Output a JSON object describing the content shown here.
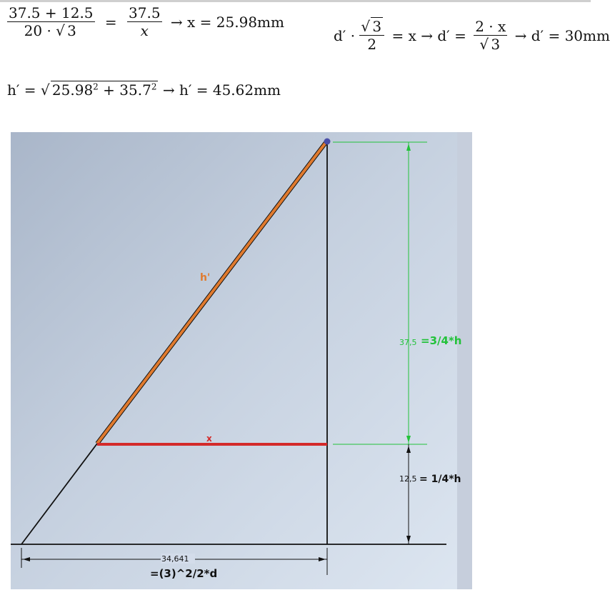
{
  "equations": {
    "eq1": {
      "lhs_num": "37.5 + 12.5",
      "lhs_den_prefix": "20 · ",
      "lhs_den_sqrt": "3",
      "eq": "=",
      "rhs_num": "37.5",
      "rhs_den": "x",
      "tail": "→ x = 25.98mm"
    },
    "eq2": {
      "prefix": "d′ · ",
      "frac1_num_sqrt": "3",
      "frac1_den": "2",
      "mid": "= x → d′ =",
      "frac2_num": "2 · x",
      "frac2_den_sqrt": "3",
      "tail": "→ d′ = 30mm"
    },
    "eq3": {
      "prefix": "h′ = ",
      "sqrt_a": "25.98",
      "sqrt_a_exp": "2",
      "sqrt_plus": " + 35.7",
      "sqrt_b_exp": "2",
      "tail": " → h′ = 45.62mm"
    }
  },
  "drawing": {
    "label_h_prime": "h'",
    "label_x": "x",
    "dim_upper_value": "37,5",
    "dim_upper_expr": "=3/4*h",
    "dim_lower_value": "12,5",
    "dim_lower_expr": "= 1/4*h",
    "dim_base_value": "34,641",
    "dim_base_expr": "=(3)^2/2*d",
    "colors": {
      "hypotenuse_highlight": "#e07a2e",
      "x_segment": "#d42a2a",
      "dimension_green": "#22c23a",
      "apex_point": "#4a4fa8",
      "outline": "#111111"
    }
  }
}
